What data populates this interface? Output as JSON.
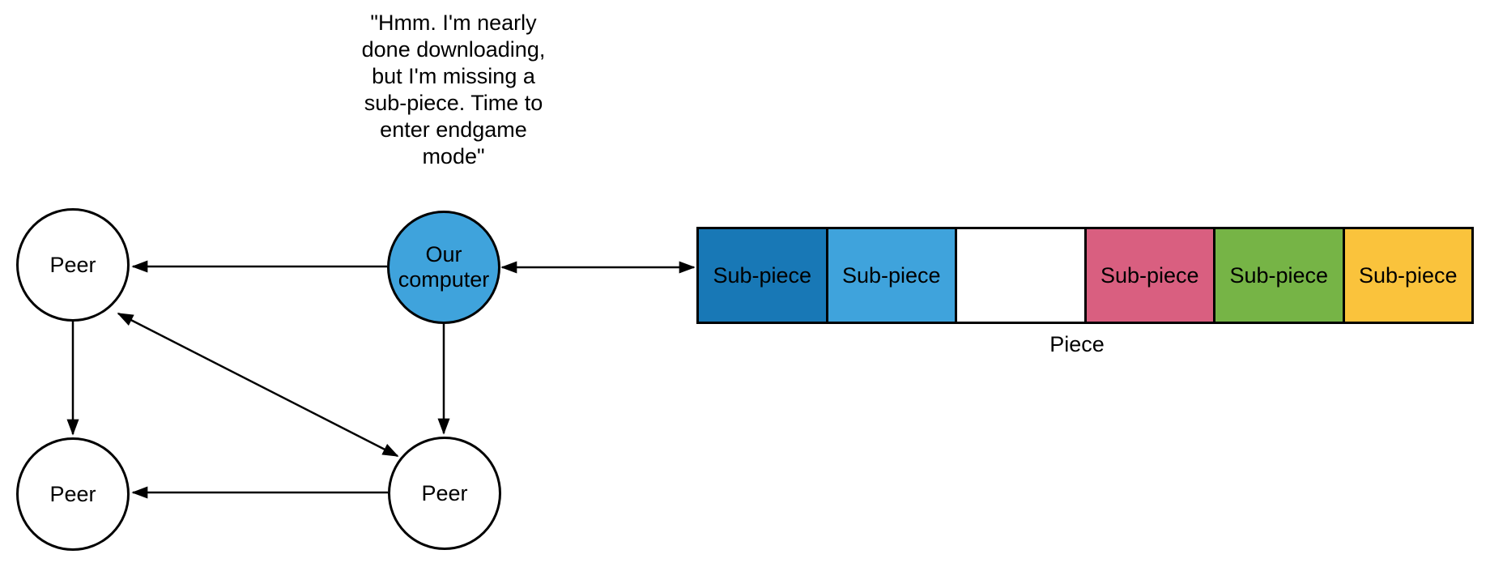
{
  "thought": {
    "text": "\"Hmm. I'm nearly\ndone downloading,\nbut I'm missing a\nsub-piece. Time to\nenter endgame\nmode\""
  },
  "nodes": {
    "our_computer": {
      "label": "Our computer",
      "fill": "#3FA3DC"
    },
    "peers": [
      {
        "label": "Peer"
      },
      {
        "label": "Peer"
      },
      {
        "label": "Peer"
      }
    ]
  },
  "piece": {
    "label": "Piece",
    "sub_pieces": [
      {
        "label": "Sub-piece",
        "fill": "#1878B6"
      },
      {
        "label": "Sub-piece",
        "fill": "#3FA3DC"
      },
      {
        "label": "",
        "fill": "#FFFFFF"
      },
      {
        "label": "Sub-piece",
        "fill": "#D95F80"
      },
      {
        "label": "Sub-piece",
        "fill": "#76B446"
      },
      {
        "label": "Sub-piece",
        "fill": "#FAC33C"
      }
    ]
  },
  "colors": {
    "stroke": "#000000",
    "background": "#FFFFFF",
    "node_fill": "#FFFFFF"
  }
}
